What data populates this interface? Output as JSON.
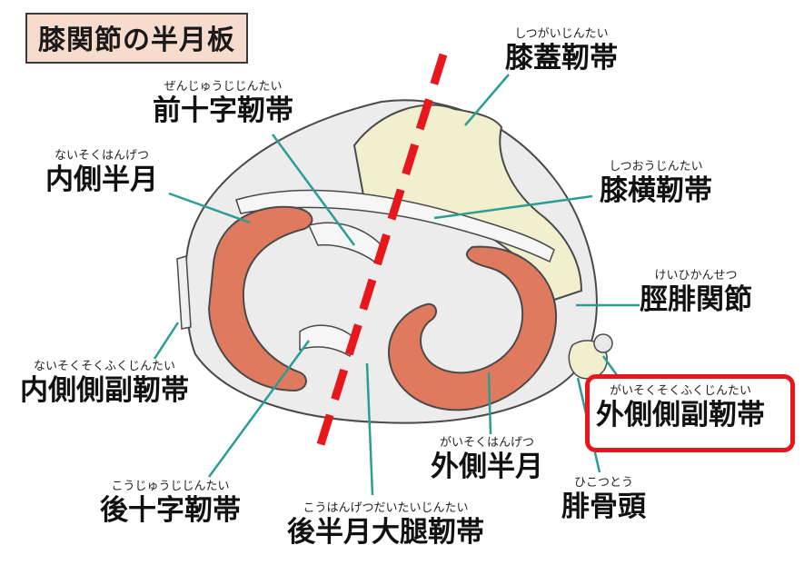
{
  "title": "膝関節の半月板",
  "labels": {
    "patellar_ligament": {
      "ruby": "しつがいじんたい",
      "name": "膝蓋靭帯"
    },
    "acl": {
      "ruby": "ぜんじゅうじじんたい",
      "name": "前十字靭帯"
    },
    "medial_meniscus": {
      "ruby": "ないそくはんげつ",
      "name": "内側半月"
    },
    "transverse_ligament": {
      "ruby": "しつおうじんたい",
      "name": "膝横靭帯"
    },
    "tibiofibular_joint": {
      "ruby": "けいひかんせつ",
      "name": "脛腓関節"
    },
    "mcl": {
      "ruby": "ないそくそくふくじんたい",
      "name": "内側側副靭帯"
    },
    "lcl": {
      "ruby": "がいそくそくふくじんたい",
      "name": "外側側副靭帯"
    },
    "lateral_meniscus": {
      "ruby": "がいそくはんげつ",
      "name": "外側半月"
    },
    "pcl": {
      "ruby": "こうじゅうじじんたい",
      "name": "後十字靭帯"
    },
    "meniscofemoral_ligament": {
      "ruby": "こうはんげつだいたいじんたい",
      "name": "後半月大腿靭帯"
    },
    "fibular_head": {
      "ruby": "ひこつとう",
      "name": "腓骨頭"
    }
  },
  "colors": {
    "meniscus": "#e07a5f",
    "ligament": "#f2efcf",
    "bone": "#ececec",
    "leader_line": "#2a9d94",
    "highlight": "#e8161d",
    "title_bg": "#f7dccd"
  }
}
